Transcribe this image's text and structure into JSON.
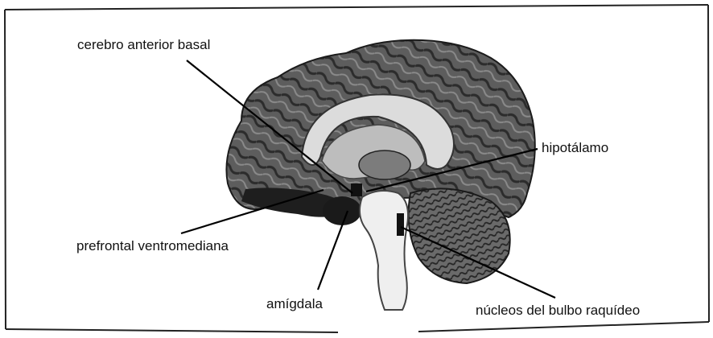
{
  "labels": {
    "basal_forebrain": "cerebro anterior basal",
    "hypothalamus": "hipotálamo",
    "vm_prefrontal": "prefrontal ventromediana",
    "amygdala": "amígdala",
    "brainstem_nuclei": "núcleos del bulbo raquídeo"
  },
  "colors": {
    "ink": "#111111",
    "cortex": "#5a5a5a",
    "cortex_dark": "#2e2e2e",
    "white_matter": "#d9d9d9",
    "stem": "#eeeeee"
  }
}
